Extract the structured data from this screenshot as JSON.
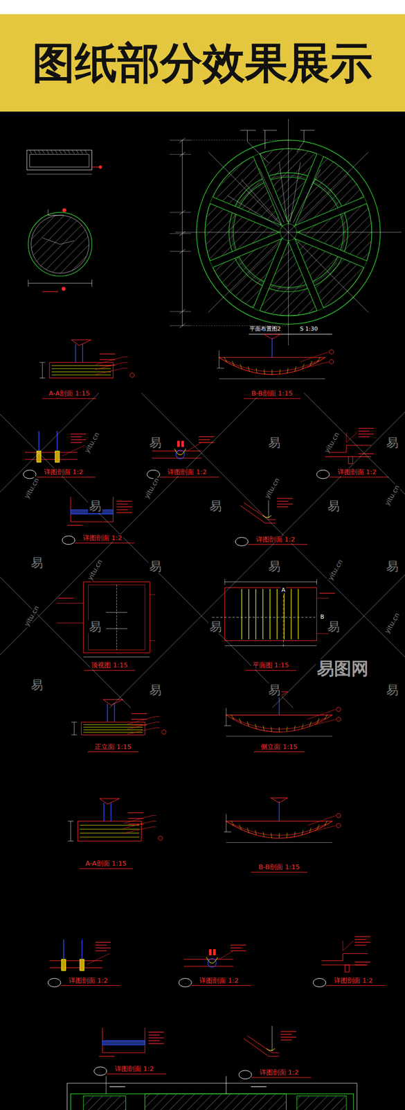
{
  "diagram": {
    "title": "图纸部分效果展示",
    "labels": [
      "平面布置图2",
      "S 1:30",
      "A-A剖面 1:15",
      "B-B剖面 1:15",
      "详图剖面 1:2",
      "详图剖面 1:2",
      "详图剖面 1:2",
      "详图剖面 1:2",
      "详图剖面 1:2",
      "顶视图 1:15",
      "平面图 1:15",
      "A",
      "B",
      "正立面 1:15",
      "侧立面 1:15",
      "A-A剖面 1:15",
      "B-B剖面 1:15",
      "详图剖面 1:2",
      "详图剖面 1:2",
      "详图剖面 1:2",
      "详图剖面 1:2",
      "详图剖面 1:2",
      "易图网",
      "易",
      "易",
      "易",
      "易",
      "易",
      "易",
      "易",
      "易",
      "易",
      "易",
      "易",
      "易",
      "易",
      "易",
      "易",
      "易",
      "易",
      "yitu.cn",
      "yitu.cn",
      "yitu.cn",
      "yitu.cn",
      "yitu.cn",
      "yitu.cn",
      "yitu.cn",
      "yitu.cn",
      "yitu.cn",
      "yitu.cn"
    ]
  }
}
